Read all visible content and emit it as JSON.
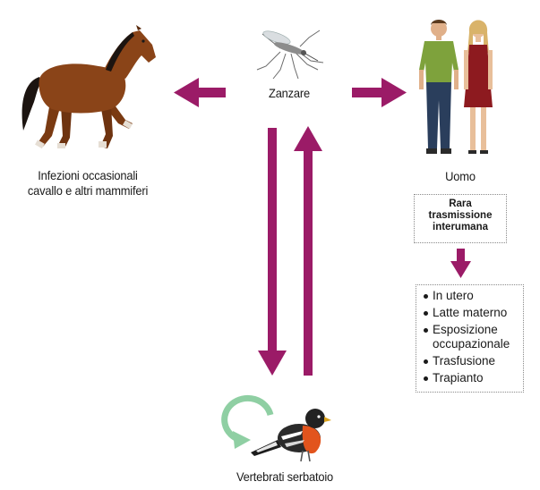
{
  "labels": {
    "zanzare": "Zanzare",
    "infezioni_line1": "Infezioni occasionali",
    "infezioni_line2": "cavallo e altri mammiferi",
    "uomo": "Uomo",
    "vertebrati": "Vertebrati serbatoio"
  },
  "rara_box": {
    "lines": [
      "Rara",
      "trasmissione",
      "interumana"
    ]
  },
  "trasmissione_list": [
    "In utero",
    "Latte materno",
    "Esposizione occupazionale",
    "Trasfusione",
    "Trapianto"
  ],
  "icons": {
    "mosquito": "mosquito-icon",
    "horse": "horse-icon",
    "humans": "human-couple-icon",
    "bird": "bird-icon",
    "cycle": "cycle-arrow-icon"
  },
  "colors": {
    "arrow": "#9b1b67",
    "cycle": "#8fcfa3",
    "horse": "#8a4418",
    "shirt": "#7ea23c",
    "dress": "#8d1a1f",
    "bird_breast": "#e2541d"
  }
}
